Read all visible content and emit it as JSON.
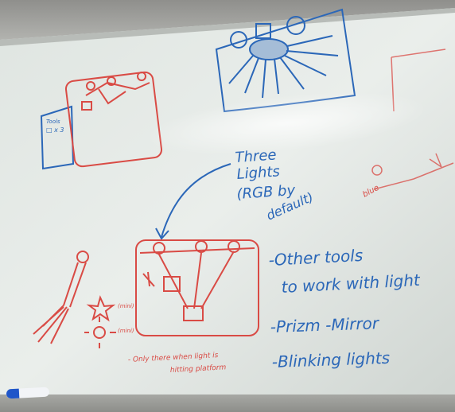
{
  "whiteboard": {
    "small_card": {
      "line1": "Tools",
      "line2": "□ x 3"
    },
    "arrow_label_1": "Three",
    "arrow_label_2": "Lights",
    "arrow_label_3": "(RGB by",
    "arrow_label_4": "default)",
    "note_1": "-Other tools",
    "note_2": "to work with light",
    "note_3": "-Prizm  -Mirror",
    "note_4": "-Blinking lights",
    "red_footer_1": "- Only there when light is",
    "red_footer_2": "hitting platform",
    "right_scribble": "blue"
  },
  "colors": {
    "blue_marker": "#2b67b8",
    "red_marker": "#d94b45",
    "board_white": "#e8ece9"
  }
}
